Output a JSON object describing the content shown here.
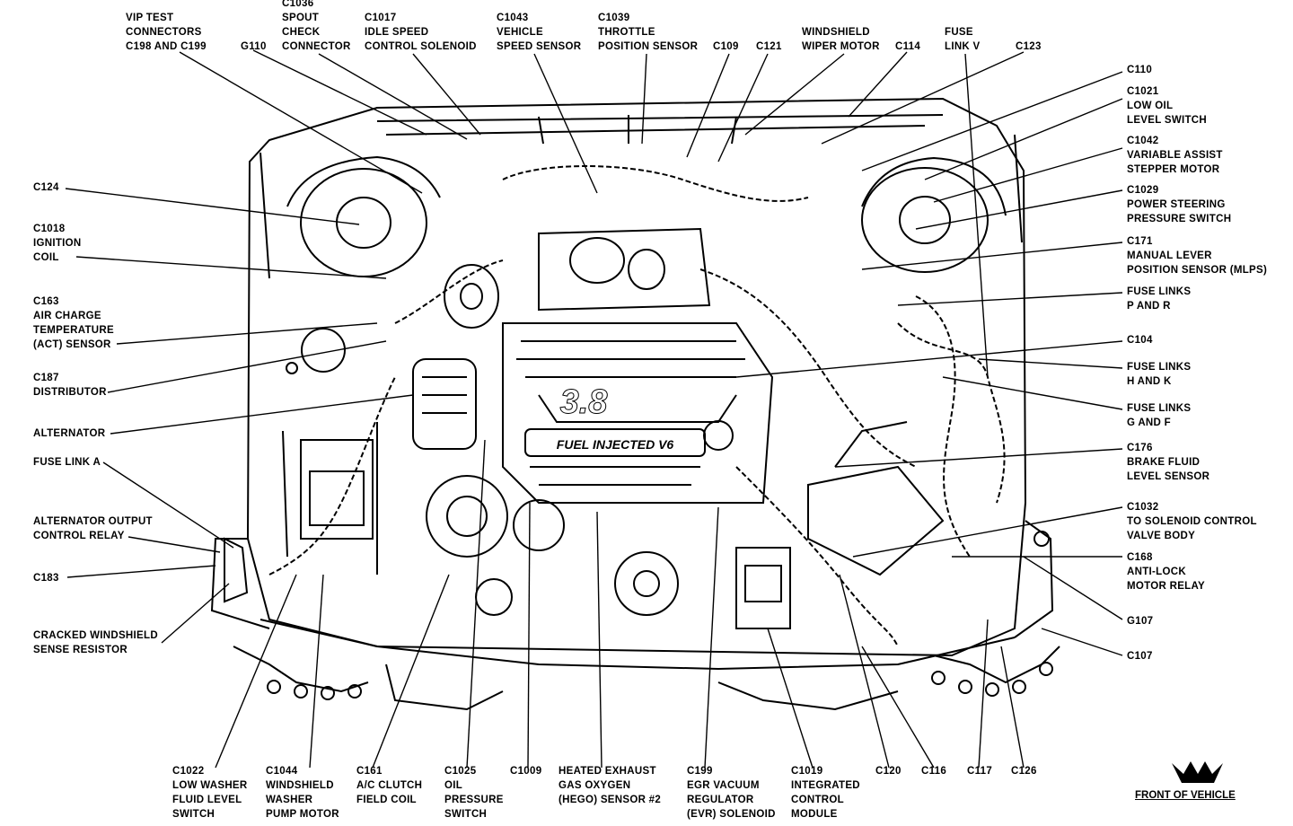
{
  "labels": {
    "l1": "VIP TEST\nCONNECTORS\nC198 AND C199",
    "l2": "G110",
    "l3": "C1036\nSPOUT\nCHECK\nCONNECTOR",
    "l4": "C1017\nIDLE SPEED\nCONTROL SOLENOID",
    "l5": "C1043\nVEHICLE\nSPEED SENSOR",
    "l6": "C1039\nTHROTTLE\nPOSITION SENSOR",
    "l7": "C109",
    "l8": "C121",
    "l9": "WINDSHIELD\nWIPER MOTOR",
    "l10": "C114",
    "l11": "FUSE\nLINK V",
    "l12": "C123",
    "r1": "C110",
    "r2": "C1021\nLOW OIL\nLEVEL SWITCH",
    "r3": "C1042\nVARIABLE ASSIST\nSTEPPER MOTOR",
    "r4": "C1029\nPOWER STEERING\nPRESSURE SWITCH",
    "r5": "C171\nMANUAL LEVER\nPOSITION SENSOR (MLPS)",
    "r6": "FUSE LINKS\nP AND R",
    "r7": "C104",
    "r8": "FUSE LINKS\nH AND K",
    "r9": "FUSE LINKS\nG AND F",
    "r10": "C176\nBRAKE FLUID\nLEVEL SENSOR",
    "r11": "C1032\nTO SOLENOID CONTROL\nVALVE BODY",
    "r12": "C168\nANTI-LOCK\nMOTOR RELAY",
    "r13": "G107",
    "r14": "C107",
    "s1": "C124",
    "s2": "C1018\nIGNITION\nCOIL",
    "s3": "C163\nAIR CHARGE\nTEMPERATURE\n(ACT) SENSOR",
    "s4": "C187\nDISTRIBUTOR",
    "s5": "ALTERNATOR",
    "s6": "FUSE LINK A",
    "s7": "ALTERNATOR OUTPUT\nCONTROL RELAY",
    "s8": "C183",
    "s9": "CRACKED WINDSHIELD\nSENSE RESISTOR",
    "b1": "C1022\nLOW WASHER\nFLUID LEVEL\nSWITCH",
    "b2": "C1044\nWINDSHIELD\nWASHER\nPUMP MOTOR",
    "b3": "C161\nA/C CLUTCH\nFIELD COIL",
    "b4": "C1025\nOIL\nPRESSURE\nSWITCH",
    "b5": "C1009",
    "b6": "HEATED EXHAUST\nGAS OXYGEN\n(HEGO) SENSOR #2",
    "b7": "C199\nEGR VACUUM\nREGULATOR\n(EVR) SOLENOID",
    "b8": "C1019\nINTEGRATED\nCONTROL\nMODULE",
    "b9": "C120",
    "b10": "C116",
    "b11": "C117",
    "b12": "C126"
  },
  "engine_text": {
    "displacement": "3.8",
    "badge": "FUEL INJECTED V6"
  },
  "front_of_vehicle": "FRONT OF VEHICLE",
  "colors": {
    "ink": "#000000",
    "paper": "#ffffff"
  }
}
